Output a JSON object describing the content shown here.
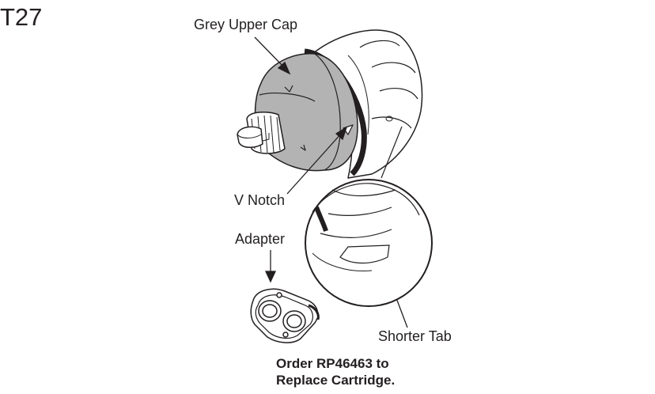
{
  "title": "T27",
  "labels": {
    "cap": "Grey Upper Cap",
    "notch": "V Notch",
    "adapter": "Adapter",
    "tab": "Shorter Tab"
  },
  "order": {
    "line1": "Order RP46463 to",
    "line2": "Replace Cartridge."
  },
  "colors": {
    "cap_grey": "#b3b3b3",
    "ink": "#231f20"
  }
}
